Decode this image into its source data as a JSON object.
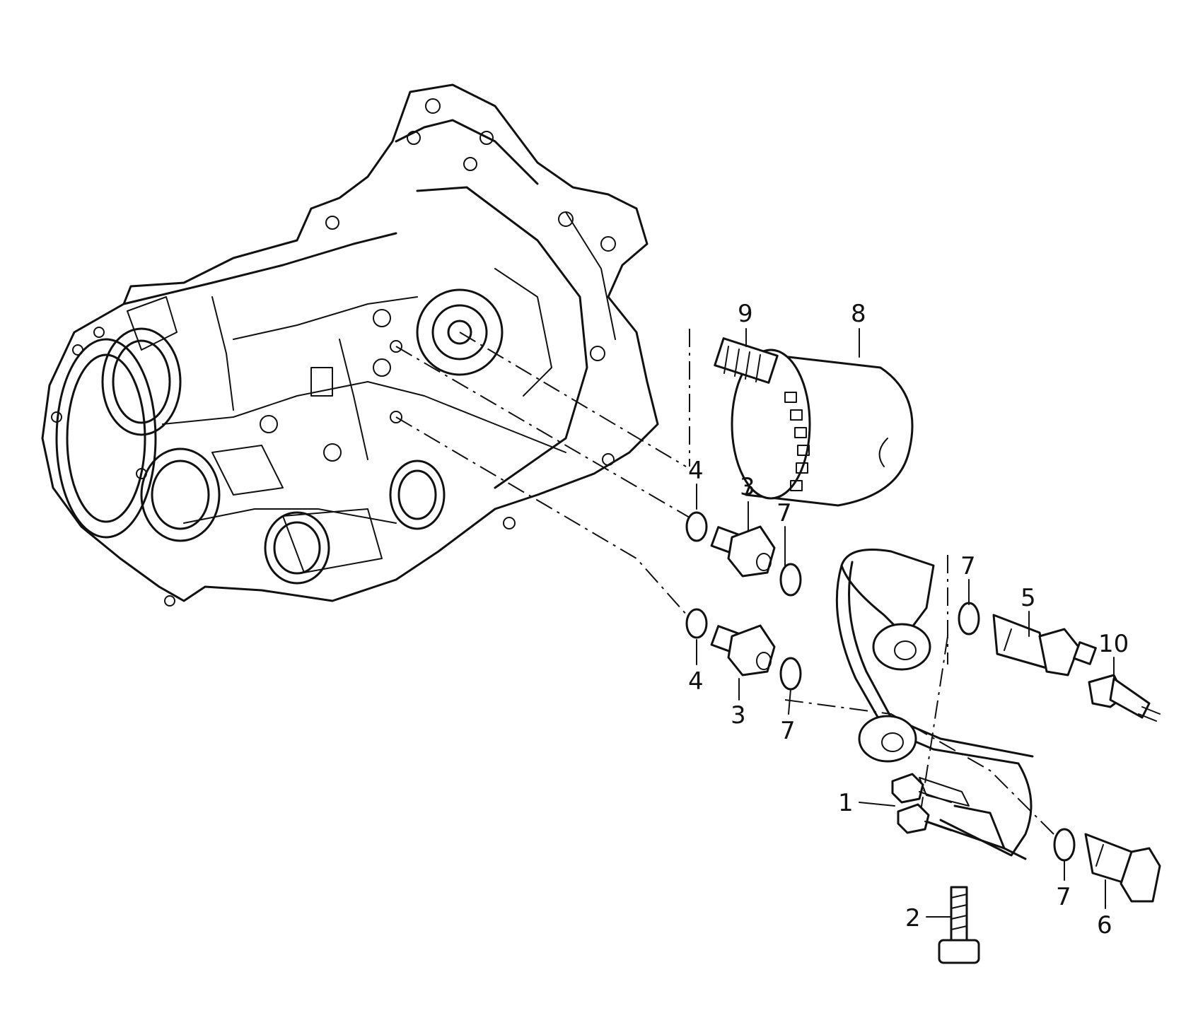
{
  "callouts": [
    {
      "id": "c9",
      "text": "9"
    },
    {
      "id": "c8",
      "text": "8"
    },
    {
      "id": "c4a",
      "text": "4"
    },
    {
      "id": "c3a",
      "text": "3"
    },
    {
      "id": "c7a",
      "text": "7"
    },
    {
      "id": "c4b",
      "text": "4"
    },
    {
      "id": "c3b",
      "text": "3"
    },
    {
      "id": "c7b",
      "text": "7"
    },
    {
      "id": "c7c",
      "text": "7"
    },
    {
      "id": "c5",
      "text": "5"
    },
    {
      "id": "c10",
      "text": "10"
    },
    {
      "id": "c1",
      "text": "1"
    },
    {
      "id": "c2",
      "text": "2"
    },
    {
      "id": "c7d",
      "text": "7"
    },
    {
      "id": "c6",
      "text": "6"
    }
  ]
}
